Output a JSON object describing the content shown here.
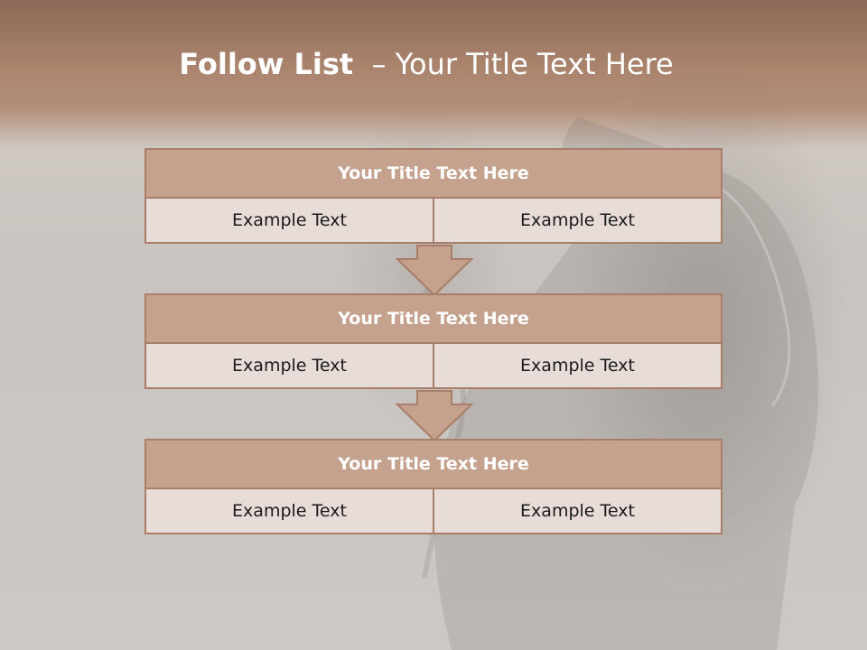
{
  "slide": {
    "title_bold": "Follow List",
    "title_dash": "–",
    "title_rest": "Your Title Text Here"
  },
  "blocks": [
    {
      "title": "Your Title Text Here",
      "left": "Example Text",
      "right": "Example Text"
    },
    {
      "title": "Your Title Text Here",
      "left": "Example Text",
      "right": "Example Text"
    },
    {
      "title": "Your Title Text Here",
      "left": "Example Text",
      "right": "Example Text"
    }
  ],
  "colors": {
    "header_fill": "#c4a28e",
    "border": "#a97e68",
    "cell_fill": "#e8dcd8",
    "title_band": "#a9826c"
  },
  "icons": [
    "arrow-down-icon"
  ]
}
